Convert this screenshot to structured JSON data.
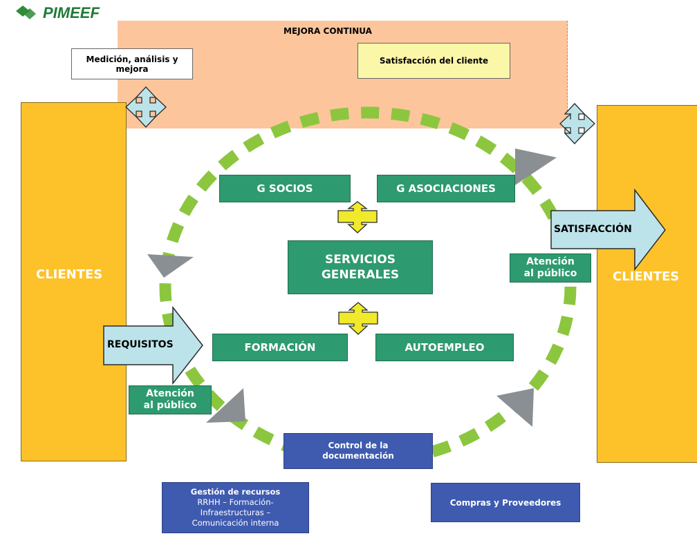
{
  "logo": {
    "text": "PIMEEF"
  },
  "mejora": {
    "title": "MEJORA CONTINUA"
  },
  "medicion": {
    "text": "Medición, análisis y mejora"
  },
  "satisfaccion_cliente": {
    "text": "Satisfacción del cliente"
  },
  "clientes_left": {
    "text": "CLIENTES"
  },
  "clientes_right": {
    "text": "CLIENTES"
  },
  "requisitos": {
    "text": "REQUISITOS"
  },
  "satisfaccion": {
    "text": "SATISFACCIÓN"
  },
  "g_socios": {
    "text": "G SOCIOS"
  },
  "g_asociaciones": {
    "text": "G ASOCIACIONES"
  },
  "servicios": {
    "line1": "SERVICIOS",
    "line2": "GENERALES"
  },
  "formacion": {
    "text": "FORMACIÓN"
  },
  "autoempleo": {
    "text": "AUTOEMPLEO"
  },
  "atencion_left": {
    "line1": "Atención",
    "line2": "al público"
  },
  "atencion_right": {
    "line1": "Atención",
    "line2": "al público"
  },
  "control": {
    "line1": "Control de la",
    "line2": "documentación"
  },
  "gestion": {
    "title": "Gestión de recursos",
    "line1": "RRHH – Formación-",
    "line2": "Infraestructuras –",
    "line3": "Comunicación interna"
  },
  "compras": {
    "text": "Compras y Proveedores"
  },
  "colors": {
    "green": "#2e9a6f",
    "clientes": "#fdc22a",
    "peach": "#fcc59c",
    "blue": "#3f5bb0",
    "ring": "#8cc63f",
    "arrow_light": "#bde3ea",
    "cross_yellow": "#f0ea2a",
    "triangle": "#8a8f93"
  }
}
